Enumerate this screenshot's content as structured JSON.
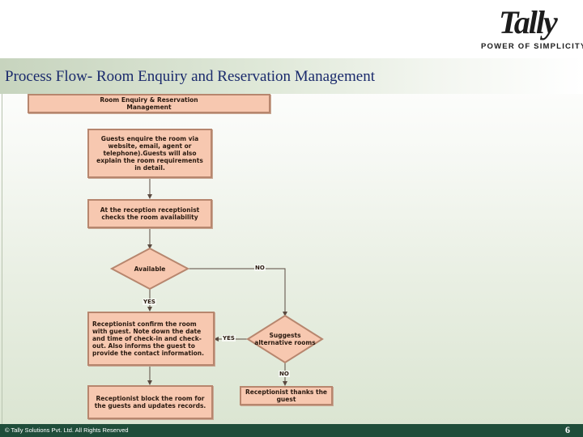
{
  "header": {
    "title": "Process Flow- Room Enquiry and Reservation Management",
    "logo_word": "Tally",
    "logo_tagline": "POWER OF SIMPLICITY"
  },
  "flowchart": {
    "start": "Room Enquiry & Reservation Management",
    "enquire": "Guests enquire the room via website, email, agent or telephone).Guests will also explain the room requirements in detail.",
    "check": "At the reception receptionist checks the room availability",
    "decision_available": "Available",
    "label_no_1": "NO",
    "label_yes_1": "YES",
    "confirm": "Receptionist confirm the room with guest. Note down the date and time of check-in and check-out. Also informs the guest to provide the contact information.",
    "label_yes_2": "YES",
    "decision_suggest": "Suggests alternative rooms",
    "label_no_2": "NO",
    "thanks": "Receptionist thanks the guest",
    "block": "Receptionist block the room for the guests and updates records."
  },
  "footer": {
    "copyright": "© Tally Solutions Pvt. Ltd. All Rights Reserved",
    "slide_number": "6"
  },
  "colors": {
    "box_fill": "#f7c8b0",
    "box_border": "#b7866e",
    "footer_bg": "#1f4d3a",
    "title_text": "#1a2a6c"
  }
}
